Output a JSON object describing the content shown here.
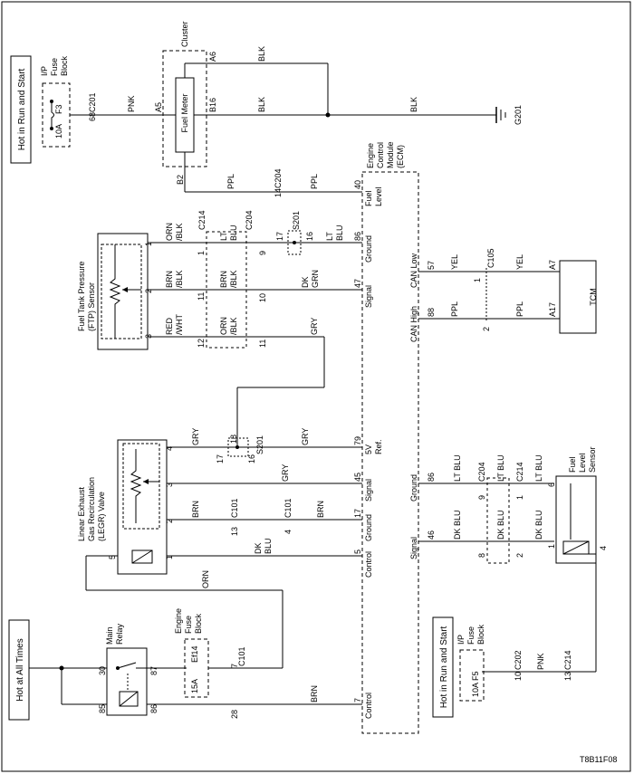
{
  "power": {
    "top": "Hot in Run and Start",
    "all_times": "Hot at All Times"
  },
  "fuse_top": {
    "line1": "I/P",
    "line2": "Fuse",
    "line3": "Block",
    "id": "F3",
    "rating": "10A"
  },
  "fuse_lower": {
    "line1": "I/P",
    "line2": "Fuse",
    "line3": "Block",
    "id": "F5",
    "rating": "10A"
  },
  "eng_fuse": {
    "line1": "Engine",
    "line2": "Fuse",
    "line3": "Block",
    "id": "Ef14",
    "rating": "15A"
  },
  "relay": {
    "line1": "Main",
    "line2": "Relay"
  },
  "cluster": {
    "label": "Cluster",
    "meter": "Fuel Meter"
  },
  "ecm": {
    "line1": "Engine",
    "line2": "Control",
    "line3": "Module",
    "line4": "(ECM)",
    "fuel_level1": "Fuel",
    "fuel_level2": "Level",
    "ground": "Ground",
    "signal": "Signal",
    "v5": "5V",
    "ref": "Ref.",
    "control": "Control",
    "can_low": "CAN Low",
    "can_high": "CAN High"
  },
  "ftp": {
    "line1": "Fuel Tank Pressure",
    "line2": "(FTP) Sensor"
  },
  "legr": {
    "line1": "Linear Exhaust",
    "line2": "Gas Recirculation",
    "line3": "(LEGR) Valve"
  },
  "fls": {
    "line1": "Fuel",
    "line2": "Level",
    "line3": "Sensor"
  },
  "tcm": {
    "label": "TCM"
  },
  "wires": {
    "pnk": "PNK",
    "blk": "BLK",
    "ppl": "PPL",
    "gry": "GRY",
    "brn": "BRN",
    "orn": "ORN",
    "yel": "YEL",
    "lt": "LT",
    "blu": "BLU",
    "dk": "DK",
    "grn": "GRN",
    "lt_blu": "LT BLU",
    "dk_blu": "DK BLU",
    "orn_blk1": "ORN",
    "orn_blk2": "/BLK",
    "brn_blk1": "BRN",
    "brn_blk2": "/BLK",
    "red_wht1": "RED",
    "red_wht2": "/WHT"
  },
  "conns": {
    "c201": "C201",
    "c204": "C204",
    "c214": "C214",
    "c101": "C101",
    "c105": "C105",
    "c202": "C202",
    "s201": "S201",
    "g201": "G201"
  },
  "pins": {
    "p1": "1",
    "p2": "2",
    "p3": "3",
    "p4": "4",
    "p5": "5",
    "p6": "6",
    "p7": "7",
    "p8": "8",
    "p9": "9",
    "p10": "10",
    "p11": "11",
    "p12": "12",
    "p13": "13",
    "p14": "14",
    "p16": "16",
    "p17": "17",
    "p18": "18",
    "p28": "28",
    "p30": "30",
    "p40": "40",
    "p45": "45",
    "p46": "46",
    "p47": "47",
    "p57": "57",
    "p68": "68",
    "p79": "79",
    "p85": "85",
    "p86": "86",
    "p87": "87",
    "p88": "88",
    "a5": "A5",
    "a6": "A6",
    "a7": "A7",
    "a17": "A17",
    "b2": "B2",
    "b16": "B16"
  },
  "figure_code": "T8B11F08"
}
